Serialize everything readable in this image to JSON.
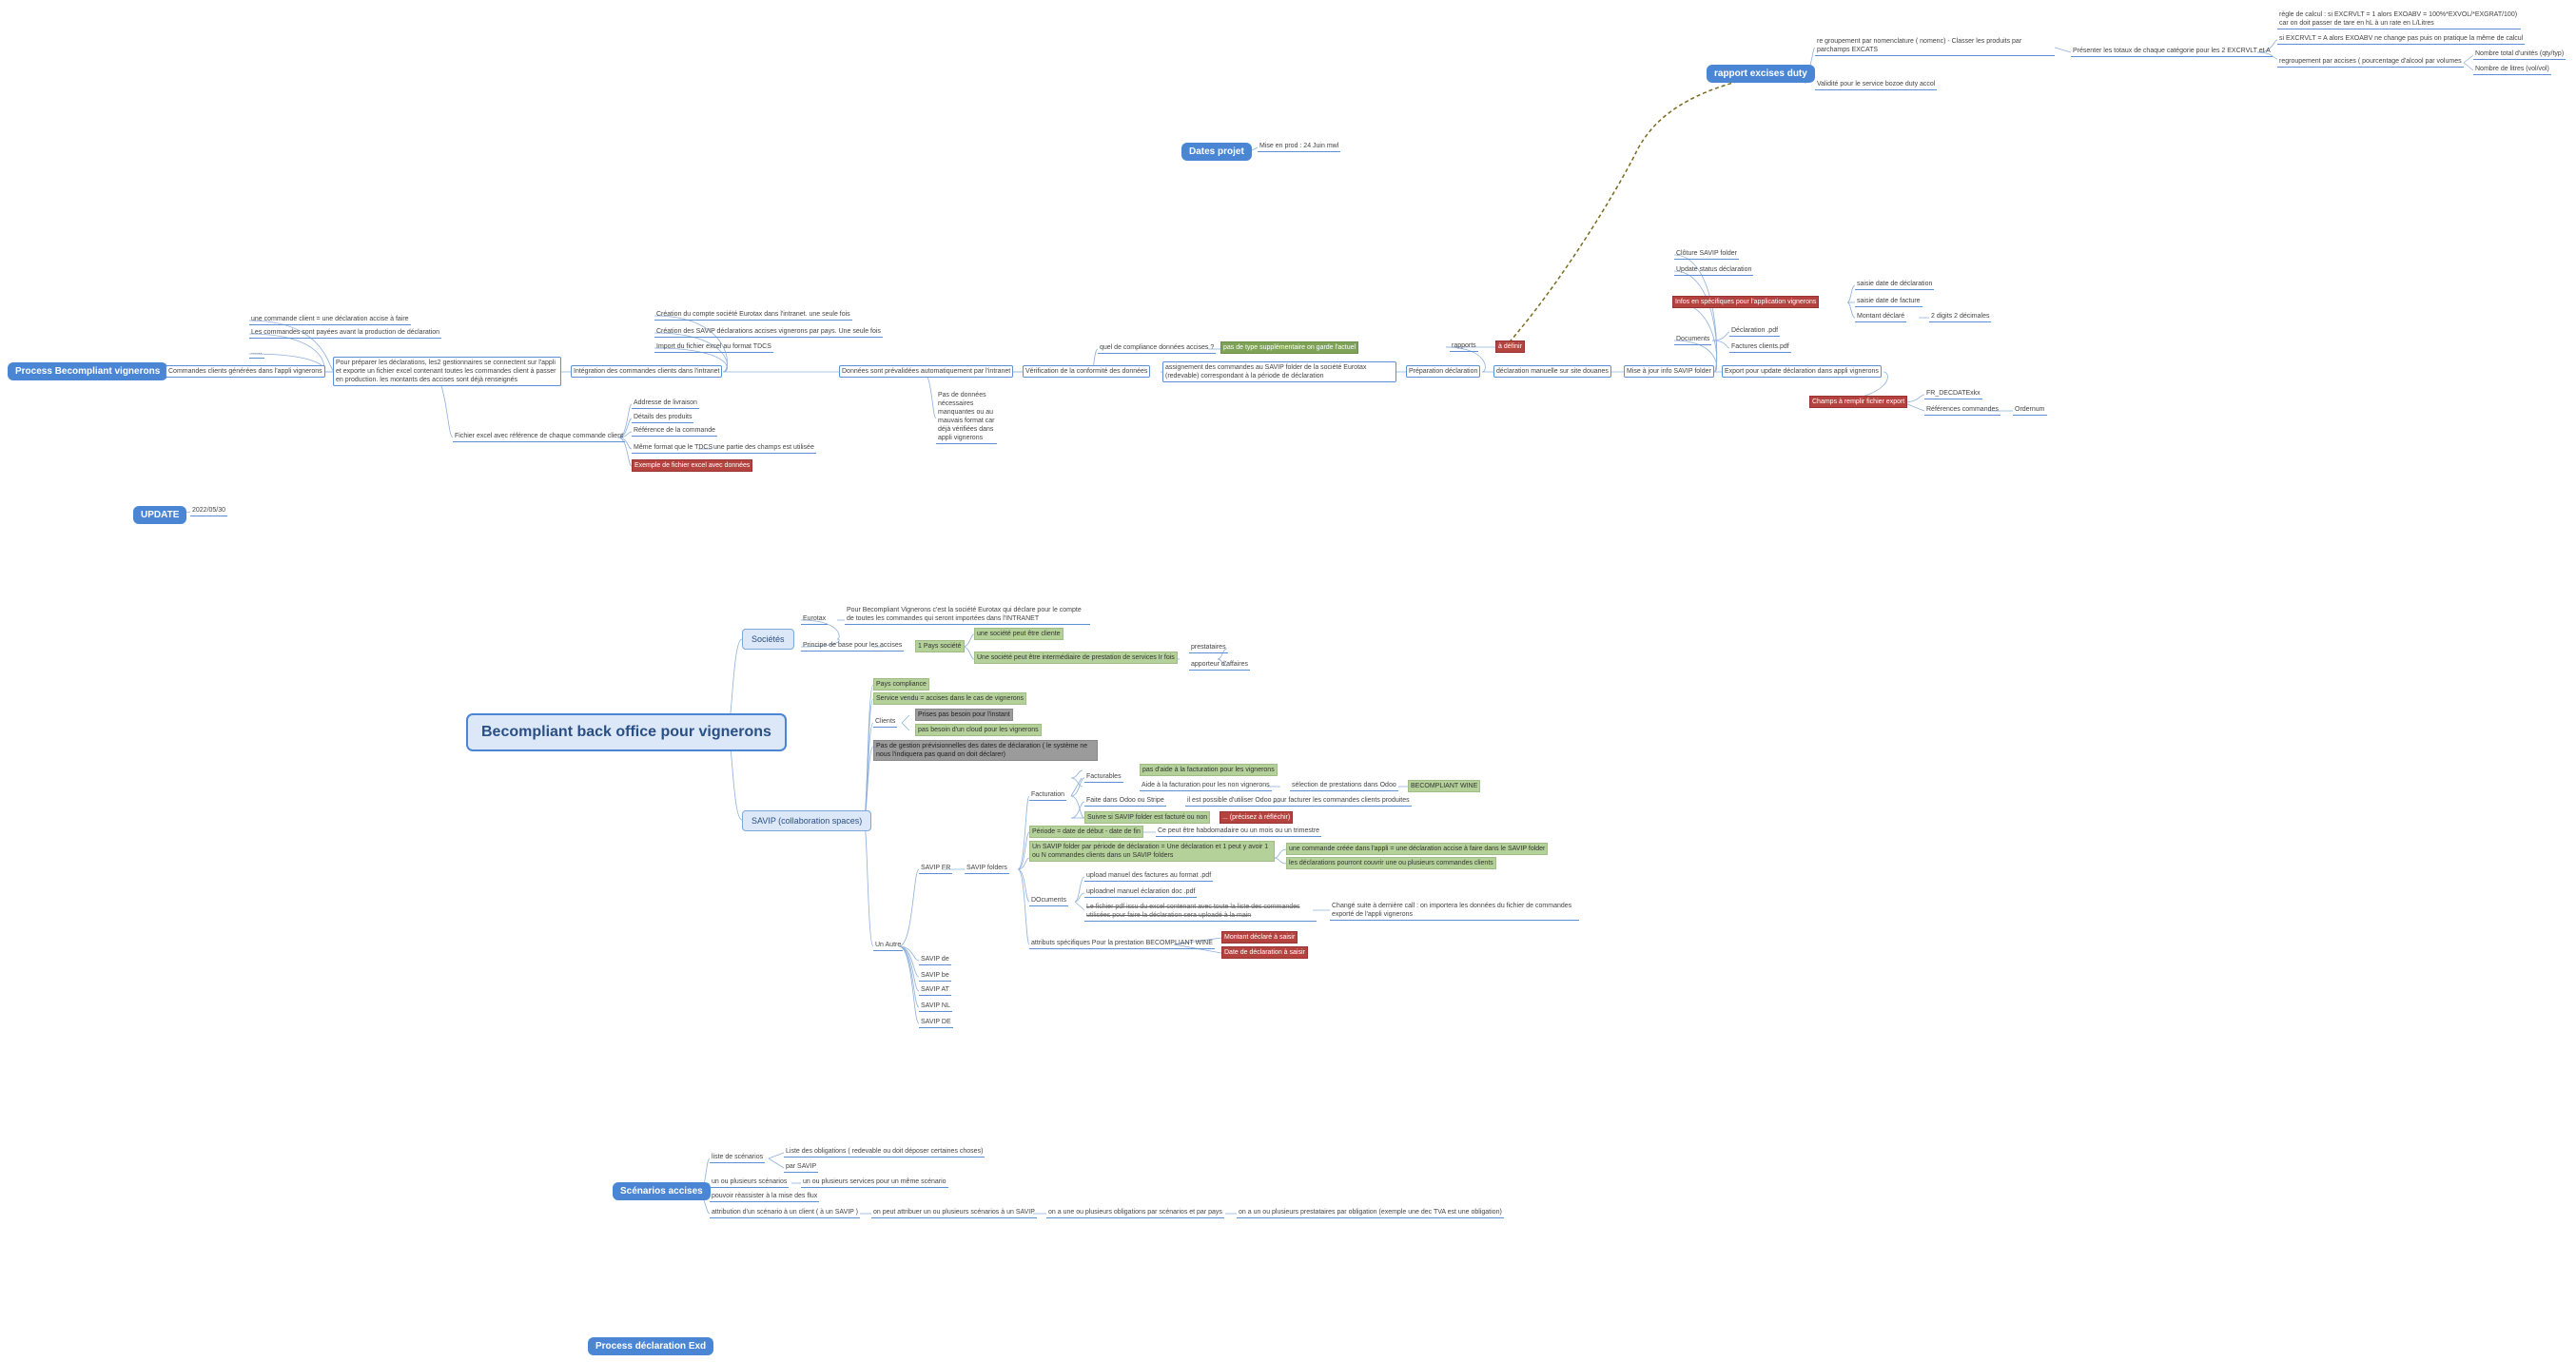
{
  "topics": {
    "process_becompliant": "Process Becompliant vignerons",
    "update": "UPDATE",
    "dates_projet": "Dates projet",
    "rapport_excises": "rapport excises duty",
    "central": "Becompliant back office pour vignerons",
    "societes": "Sociétés",
    "savip": "SAVIP (collaboration spaces)",
    "scenarios": "Scénarios accises",
    "process_declaration": "Process déclaration Exd"
  },
  "process": {
    "commandes_generees": "Commandes clients générées dans l'appli vignerons",
    "une_commande": "une commande client = une déclaration accise à faire",
    "commandes_payees": "Les commandes sont payées avant la production de déclaration",
    "ellipsis": "......",
    "pour_preparer": "Pour préparer les déclarations, les2 gestionnaires se connectent sur l'appli et exporte un fichier excel contenant toutes les commandes client à passer en production. les montants des accises sont déjà renseignés",
    "fichier_excel": "Fichier excel avec référence de chaque commande client",
    "adresse": "Addresse de livraison",
    "details": "Détails des produits",
    "reference": "Référence de la commande",
    "meme_format": "Même format que le TDCS",
    "une_partie": "une partie des champs  est utilisée",
    "exemple": "Exemple de fichier excel avec données",
    "integration": "Intégration des commandes clients dans l'intranet",
    "creation_compte": "Création du compte société Eurotax dans l'intranet. une seule fois",
    "creation_savip": "Création des SAVIP déclarations accises vignerons par pays. Une seule fois",
    "import_fichier": "Import du fichier excel au format TDCS",
    "donnees_prevalidees": "Données sont prévalidées automatiquement par l'intranet",
    "pas_de_donnees": "Pas de données nécessaires manquantes ou au mauvais format car déjà vérifiées dans appli vignerons",
    "verification": "Vérification de la conformité des données",
    "quel_compliance": "quel de compliance données accises ?",
    "pas_de_type": "pas de type supplémentaire on garde l'actuel",
    "assignement": "assignement des commandes au SAVIP folder de la société Eurotax (redevable) correspondant à la période de déclaration",
    "preparation": "Préparation déclaration",
    "rapports": "rapports",
    "a_definir": "à définir",
    "declaration_manuelle": "déclaration manuelle sur site douanes",
    "mise_a_jour": "Mise à jour info SAVIP folder",
    "cloture": "Clôture SAVIP folder",
    "update_status": "Update status déclaration",
    "infos_specifiques": "Infos en spécifiques pour l'application vignerons",
    "saisie_date_decl": "saisie date de déclaration",
    "saisie_date_fact": "saisie date de facture",
    "montant_declare": "Montant déclaré",
    "digits": "2 digits 2 décimales",
    "documents": "Documents",
    "declaration_pdf": "Déclaration .pdf",
    "factures_clients": "Factures clients.pdf",
    "export_update": "Export pour update déclaration dans appli vignerons",
    "champs_export": "Champs à remplir fichier export",
    "fr_decdate": "FR_DECDATExkx",
    "references_commandes": "Références commandes",
    "ordernum": "Ordernum"
  },
  "rapport": {
    "regroupement_nomenclature": "re groupement par nomenclature ( nomenc) - Classer les produits par parchamps EXCATS",
    "presenter": "Présenter les totaux de chaque catégorie pour les 2 EXCRVLT et A",
    "regle_calcul": "règle de calcul : si EXCRVLT = 1 alors EXOABV = 100%*EXVOL/*EXGRAT/100) car on doit passer de tare en hL à un rate en L/Litres",
    "si_excrvlt": "si EXCRVLT = A alors EXOABV ne change pas puis on pratique la même de calcul",
    "regroupement_accises": "regroupement par accises ( pourcentage d'alcool par volumes",
    "nombre_total": "Nombre total d'unités (qty/typ)",
    "nombre_litres": "Nombre de litres (vol/vol)",
    "validite": "Validité pour le service bozoe duty accol"
  },
  "dates": {
    "mise_en_prod": "Mise en prod : 24 Juin mwl"
  },
  "update": {
    "date": "2022/05/30"
  },
  "societes": {
    "eurotax": "Eurotax",
    "pour_becompliant": "Pour Becompliant Vignerons c'est la société Eurotax qui déclare pour le compte de toutes les commandes qui seront importées dans l'INTRANET",
    "principe": "Principe de base pour les accises",
    "1_pays": "1 Pays société",
    "une_societe": "une société peut être cliente",
    "une_societe_inter": "Une société peut être intermédiaire de prestation de services Ir fois",
    "prestataires": "prestataires",
    "apporteur": "apporteur d'affaires"
  },
  "savip": {
    "pays_compliance": "Pays compliance",
    "service_vendu": "Service vendu = accises dans le cas de vignerons",
    "clients": "Clients",
    "prises_par_besoin": "Prises pas besoin pour l'instant",
    "pas_besoin": "pas besoin d'un cloud pour les vignerons",
    "pas_de_gestion": "Pas de gestion prévisionnelles des dates de déclaration ( le système ne nous l'indiquera pas quand on doit déclarer)",
    "facturables": "Facturables",
    "pas_aide": "pas d'aide à la facturation pour les vignerons",
    "aide_facturation": "Aide à la facturation pour les non vignerons",
    "selection": "sélection de prestations dans Odoo",
    "becompliant_wine": "BECOMPLIANT WINE",
    "facturation": "Facturation",
    "faite_dans_odoo": "Faite dans Odoo ou Stripe",
    "il_est_possible": "il est possible d'utiliser Odoo pour facturer les commandes clients produites",
    "suivre": "Suivre si SAVIP folder est facturé ou non",
    "ou_facturer": "... (précisez à réfléchir)",
    "periode": "Période = date de début - date de fin",
    "ce_peut_etre": "Ce peut être habdomadaire ou un mois ou un trimestre",
    "un_savip": "Un SAVIP folder par période de déclaration = Une déclaration et 1 peut y avoir 1 ou N commandes clients dans un SAVIP folders",
    "une_commande_creee": "une commande créée dans l'appli = une déclaration accise à faire dans le SAVIP folder",
    "les_declarations": "les déclarations pourront couvrir une ou plusieurs commandes clients",
    "savip_fr": "SAVIP FR",
    "savip_folders": "SAVIP folders",
    "documents": "DOcuments",
    "upload_factures": "upload manuel des factures au format .pdf",
    "upload_declaration": "uploadnel manuel éclaration doc .pdf",
    "fichier_pdf_strike": "Le fichier pdf issu du excel contenant avec toute la liste des commandes utilisées pour faire la déclaration sera uploadé à la main",
    "change_suite": "Changé suite à dernière call : on importera les données du fichier de commandes exporté de l'appli vignerons",
    "attributs": "attributs spécifiques Pour la prestation BECOMPLIANT WINE",
    "attr_1": "Montant déclaré à saisir",
    "attr_2": "Date de déclaration à saisir",
    "un_autre": "Un Autre",
    "savip_de": "SAVIP de",
    "savip_be": "SAVIP be",
    "savip_at": "SAVIP AT",
    "savip_nl": "SAVIP NL",
    "savip_de2": "SAVIP DE"
  },
  "scenarios": {
    "liste": "liste de scénarios",
    "liste_obligations": "Liste des obligations ( redevable ou doit déposer certaines choses)",
    "par_savip": "par SAVIP",
    "un_ou_plusieurs": "un ou plusieurs scénarios",
    "un_ou_plusieurs_services": "un ou plusieurs services pour un même scénario",
    "pouvoir": "pouvoir rèassister à la mise des flux",
    "attribution": "attribution d'un scénario à un client ( à un SAVIP )",
    "on_peut": "on peut attribuer un ou plusieurs scénarios à un SAVIP",
    "on_a_un": "on a une ou plusieurs obligations par scénarios et par pays",
    "on_a_un_ou": "on a un ou plusieurs prestataires par obligation (exemple une dec TVA est une obligation)"
  }
}
